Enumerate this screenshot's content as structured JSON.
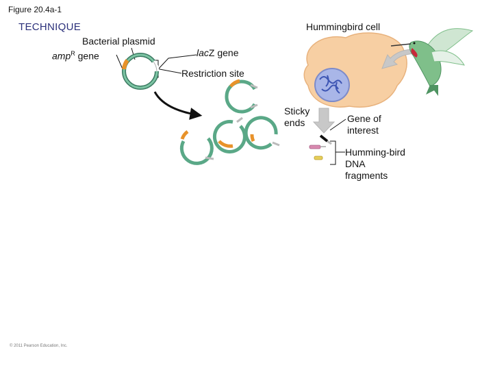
{
  "figure_label": "Figure 20.4a-1",
  "technique": "TECHNIQUE",
  "labels": {
    "bacterial_plasmid": "Bacterial plasmid",
    "ampr_prefix": "amp",
    "ampr_sup": "R",
    "ampr_suffix": " gene",
    "lacz_italic": "lac",
    "lacz_rest": "Z gene",
    "restriction_site": "Restriction site",
    "hummingbird_cell": "Hummingbird cell",
    "sticky_ends": "Sticky ends",
    "gene_of_interest": "Gene of interest",
    "hummingbird_dna": "Humming-bird DNA fragments"
  },
  "copyright": "© 2011 Pearson Education, Inc.",
  "colors": {
    "plasmid_green": "#5aa887",
    "amp_orange": "#e8922a",
    "cell_peach": "#f7cfa3",
    "nucleus_blue": "#a9b6e8",
    "arrow_gray": "#c8c8c8",
    "fragment_pink": "#d98ab0",
    "fragment_yellow": "#e6cf5a",
    "hummingbird_green": "#7fbf8a",
    "hummingbird_throat": "#c8283a"
  }
}
